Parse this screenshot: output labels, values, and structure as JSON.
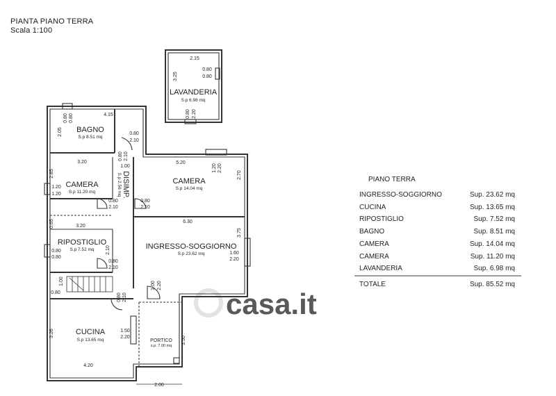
{
  "header": {
    "title": "PIANTA PIANO TERRA",
    "scale": "Scala 1:100"
  },
  "rooms": {
    "lavanderia": {
      "name": "LAVANDERIA",
      "area": "S.p 6.98 mq"
    },
    "bagno": {
      "name": "BAGNO",
      "area": "S.p 8.51 mq"
    },
    "camera_left": {
      "name": "CAMERA",
      "area": "S.p 11.20 mq"
    },
    "camera_right": {
      "name": "CAMERA",
      "area": "S.p 14.04 mq"
    },
    "disimp": {
      "name": "DISIMP.",
      "area": "S.p 2.56 mq"
    },
    "ripostiglio": {
      "name": "RIPOSTIGLIO",
      "area": "S.p 7.52 mq"
    },
    "soggiorno": {
      "name": "INGRESSO-SOGGIORNO",
      "area": "S.p 23.62 mq"
    },
    "cucina": {
      "name": "CUCINA",
      "area": "S.p 13.65 mq"
    },
    "portico": {
      "name": "PORTICO",
      "area": "s.p. 7.00 mq"
    }
  },
  "dims": {
    "lav_w": "2.15",
    "lav_h": "3.25",
    "lav_win_a": "0.80",
    "lav_win_b": "0.80",
    "lav_door_a": "0.80",
    "lav_door_b": "2.20",
    "bagno_w": "4.15",
    "bagno_h": "2.05",
    "bagno_win_a": "0.80",
    "bagno_win_b": "0.80",
    "bagno_door_a": "0.80",
    "bagno_door_b": "2.10",
    "cam_l_w": "3.20",
    "cam_l_h": "2.85",
    "cam_l_win_a": "1.20",
    "cam_l_win_b": "1.20",
    "cam_l_door_a": "0.80",
    "cam_l_door_b": "2.10",
    "dis_door_a": "0.80",
    "dis_door_b": "2.10",
    "dis_w": "1.00",
    "cam_r_w": "5.20",
    "cam_r_h": "2.70",
    "cam_r_win_a": "1.20",
    "cam_r_win_b": "2.20",
    "cam_r_door_a": "0.80",
    "cam_r_door_b": "2.10",
    "band_h": "0.65",
    "rip_w": "3.20",
    "rip_h": "2.10",
    "rip_win_a": "0.80",
    "rip_win_b": "0.80",
    "rip_door_a": "0.80",
    "rip_door_b": "2.10",
    "sog_w": "6.30",
    "sog_h": "3.75",
    "sog_win_a": "1.60",
    "sog_win_b": "2.20",
    "sog_door_a": "1.00",
    "sog_door_b": "2.20",
    "stair_a": "1.00",
    "stair_b": "0.80",
    "cuc_door_a": "0.80",
    "cuc_door_b": "2.10",
    "cuc_w": "4.20",
    "cuc_h": "3.26",
    "cuc_win_a": "1.50",
    "cuc_win_b": "2.20",
    "port_h": "3.50",
    "port_w": "2.00"
  },
  "table": {
    "title": "PIANO TERRA",
    "rows": [
      {
        "name": "INGRESSO-SOGGIORNO",
        "value": "Sup. 23.62 mq"
      },
      {
        "name": "CUCINA",
        "value": "Sup. 13.65 mq"
      },
      {
        "name": "RIPOSTIGLIO",
        "value": "Sup.  7.52 mq"
      },
      {
        "name": "BAGNO",
        "value": "Sup.  8.51 mq"
      },
      {
        "name": "CAMERA",
        "value": "Sup. 14.04 mq"
      },
      {
        "name": "CAMERA",
        "value": "Sup. 11.20 mq"
      },
      {
        "name": "LAVANDERIA",
        "value": "Sup. 6.98 mq"
      }
    ],
    "total_name": "TOTALE",
    "total_value": "Sup. 85.52 mq"
  },
  "watermark": "casa.it"
}
